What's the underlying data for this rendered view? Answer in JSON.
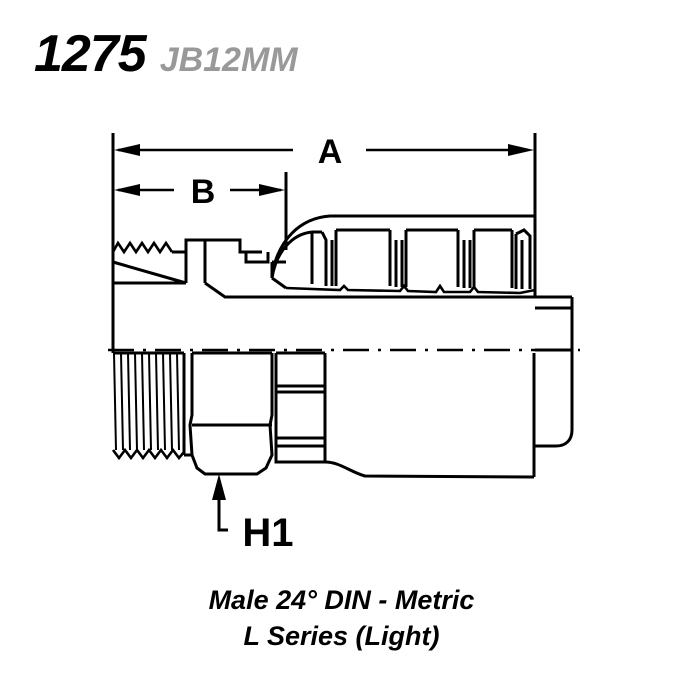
{
  "header": {
    "part_number": "1275",
    "part_code": "JB12MM"
  },
  "caption": {
    "line1": "Male 24° DIN - Metric",
    "line2": "L Series (Light)"
  },
  "dimensions": {
    "overall_label": "A",
    "thread_label": "B",
    "hex_label": "H1"
  },
  "colors": {
    "line": "#000000",
    "background": "#ffffff",
    "code_gray": "#999999"
  },
  "drawing": {
    "title": "hydraulic-hose-fitting-side-view",
    "description": "Male 24 degree DIN metric L series light hose fitting cross-section"
  }
}
